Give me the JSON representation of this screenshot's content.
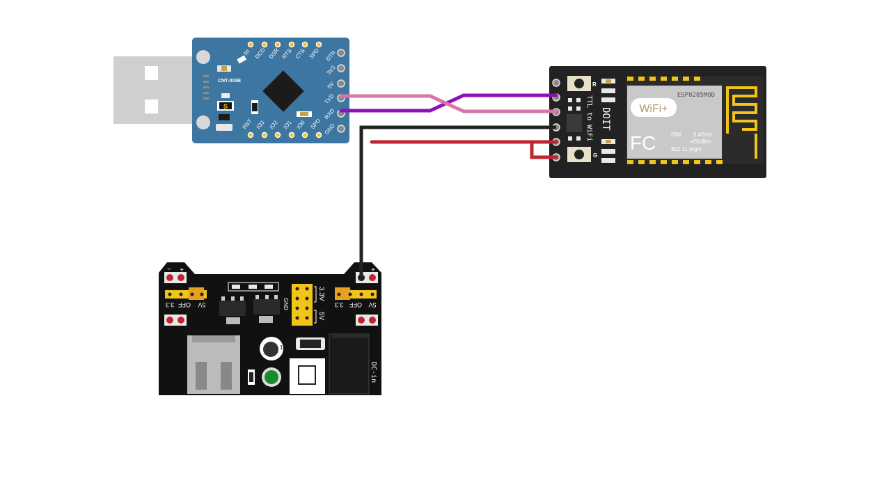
{
  "colors": {
    "usb_board": "#3d76a0",
    "wifi_board": "#222222",
    "power_board": "#111111",
    "wire_tx": "#d974a8",
    "wire_rx": "#8e10b8",
    "wire_gnd": "#222222",
    "wire_vcc": "#c0242f",
    "header_gold": "#f0c419"
  },
  "usb_module": {
    "top_pins": [
      "RI",
      "DCD",
      "DSR",
      "RTS",
      "CTS",
      "SPD"
    ],
    "right_pins": [
      "DTR",
      "3V3",
      "5V",
      "TXD",
      "RXD",
      "GND"
    ],
    "bottom_pins": [
      "RST",
      "IO3",
      "IO2",
      "IO1",
      "IO0",
      "SPD"
    ],
    "model": "CNT-003B",
    "chip_mark": "S"
  },
  "wifi_module": {
    "btn_r": "R",
    "btn_g": "G",
    "brand": "DOIT",
    "subtitle": "TTL to WiFi",
    "module_name": "ESP8285MOD",
    "wifi_badge": "WiFi+",
    "fc": "FC",
    "ism": "ISM",
    "freq": "2.4GHz",
    "power": "+25dBm",
    "standard": "802.11 b/g/n"
  },
  "power_module": {
    "minus": "−",
    "plus": "+",
    "left_jumper": [
      "3.3",
      "OFF",
      "5V"
    ],
    "right_jumper": [
      "3.3",
      "OFF",
      "5V"
    ],
    "v33": "3.3V",
    "v5": "5V",
    "gnd": "GND",
    "dcin": "DC-in",
    "pot_mark": "1"
  }
}
